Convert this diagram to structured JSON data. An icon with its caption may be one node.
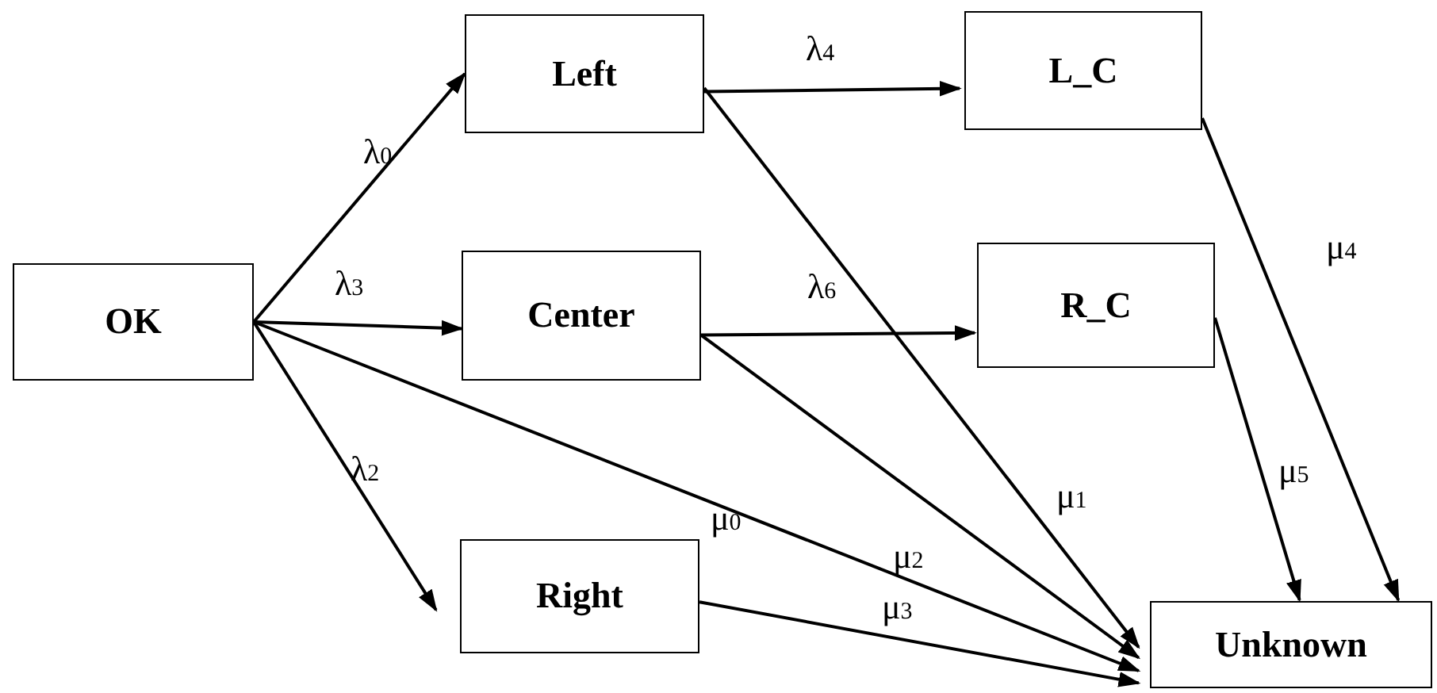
{
  "diagram": {
    "nodes": [
      {
        "text": [
          "OK"
        ]
      },
      {
        "text": [
          "Left"
        ]
      },
      {
        "text": [
          "Center"
        ]
      },
      {
        "text": [
          "Right"
        ]
      },
      {
        "text": [
          "L_C"
        ]
      },
      {
        "text": [
          "R_C"
        ]
      },
      {
        "text": [
          "Unknown"
        ]
      }
    ],
    "edges": [
      {
        "from": 0,
        "to": 1,
        "arrow": "to",
        "label": "λ$_{0}$"
      },
      {
        "from": 0,
        "to": 2,
        "arrow": "to",
        "label": "λ$_{3}$"
      },
      {
        "from": 0,
        "to": 3,
        "arrow": "to",
        "label": "λ$_{2}$"
      },
      {
        "from": 0,
        "to": 6,
        "arrow": "to",
        "label": "μ$_{0}$"
      },
      {
        "from": 1,
        "to": 4,
        "arrow": "to",
        "label": "λ$_{4}$"
      },
      {
        "from": 1,
        "to": 6,
        "arrow": "to",
        "label": "μ$_{1}$"
      },
      {
        "from": 2,
        "to": 5,
        "arrow": "to",
        "label": "λ$_{6}$"
      },
      {
        "from": 2,
        "to": 6,
        "arrow": "to",
        "label": "μ$_{2}$"
      },
      {
        "from": 3,
        "to": 6,
        "arrow": "to",
        "label": "μ$_{3}$"
      },
      {
        "from": 4,
        "to": 6,
        "arrow": "to",
        "label": "μ$_{4}$"
      },
      {
        "from": 5,
        "to": 6,
        "arrow": "to",
        "label": "μ$_{5}$"
      }
    ]
  }
}
